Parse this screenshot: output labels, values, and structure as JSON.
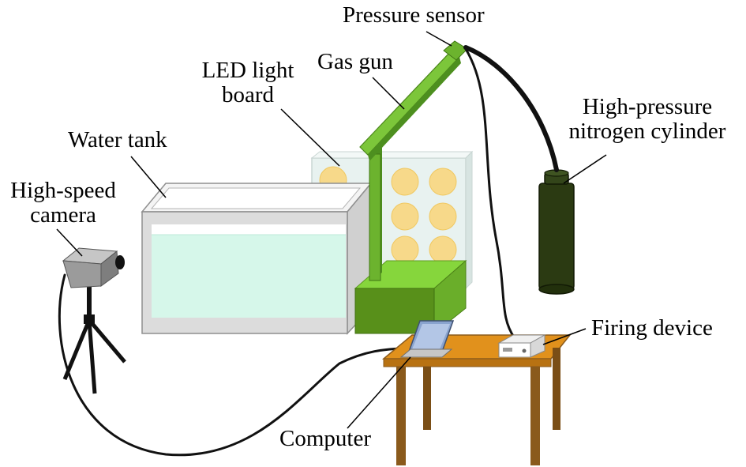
{
  "labels": {
    "pressure_sensor": "Pressure sensor",
    "gas_gun": "Gas gun",
    "led_light_board_line1": "LED light",
    "led_light_board_line2": "board",
    "water_tank": "Water tank",
    "high_speed_camera_line1": "High-speed",
    "high_speed_camera_line2": "camera",
    "nitrogen_cylinder_line1": "High-pressure",
    "nitrogen_cylinder_line2": "nitrogen cylinder",
    "firing_device": "Firing device",
    "computer": "Computer"
  },
  "colors": {
    "tank_frame": "#dcdcdc",
    "tank_edge": "#9a9a9a",
    "water": "#d6f7ea",
    "led_board": "#e8f2f0",
    "led_lamp": "#f7d98a",
    "gas_gun": "#7cc63a",
    "gas_gun_dark": "#4d8f1f",
    "base_front": "#58901a",
    "base_top": "#86d63c",
    "cylinder": "#2b3a12",
    "table_top": "#e1911c",
    "table_leg": "#8a5a1c",
    "camera": "#9b9b9b",
    "cable": "#111111"
  }
}
